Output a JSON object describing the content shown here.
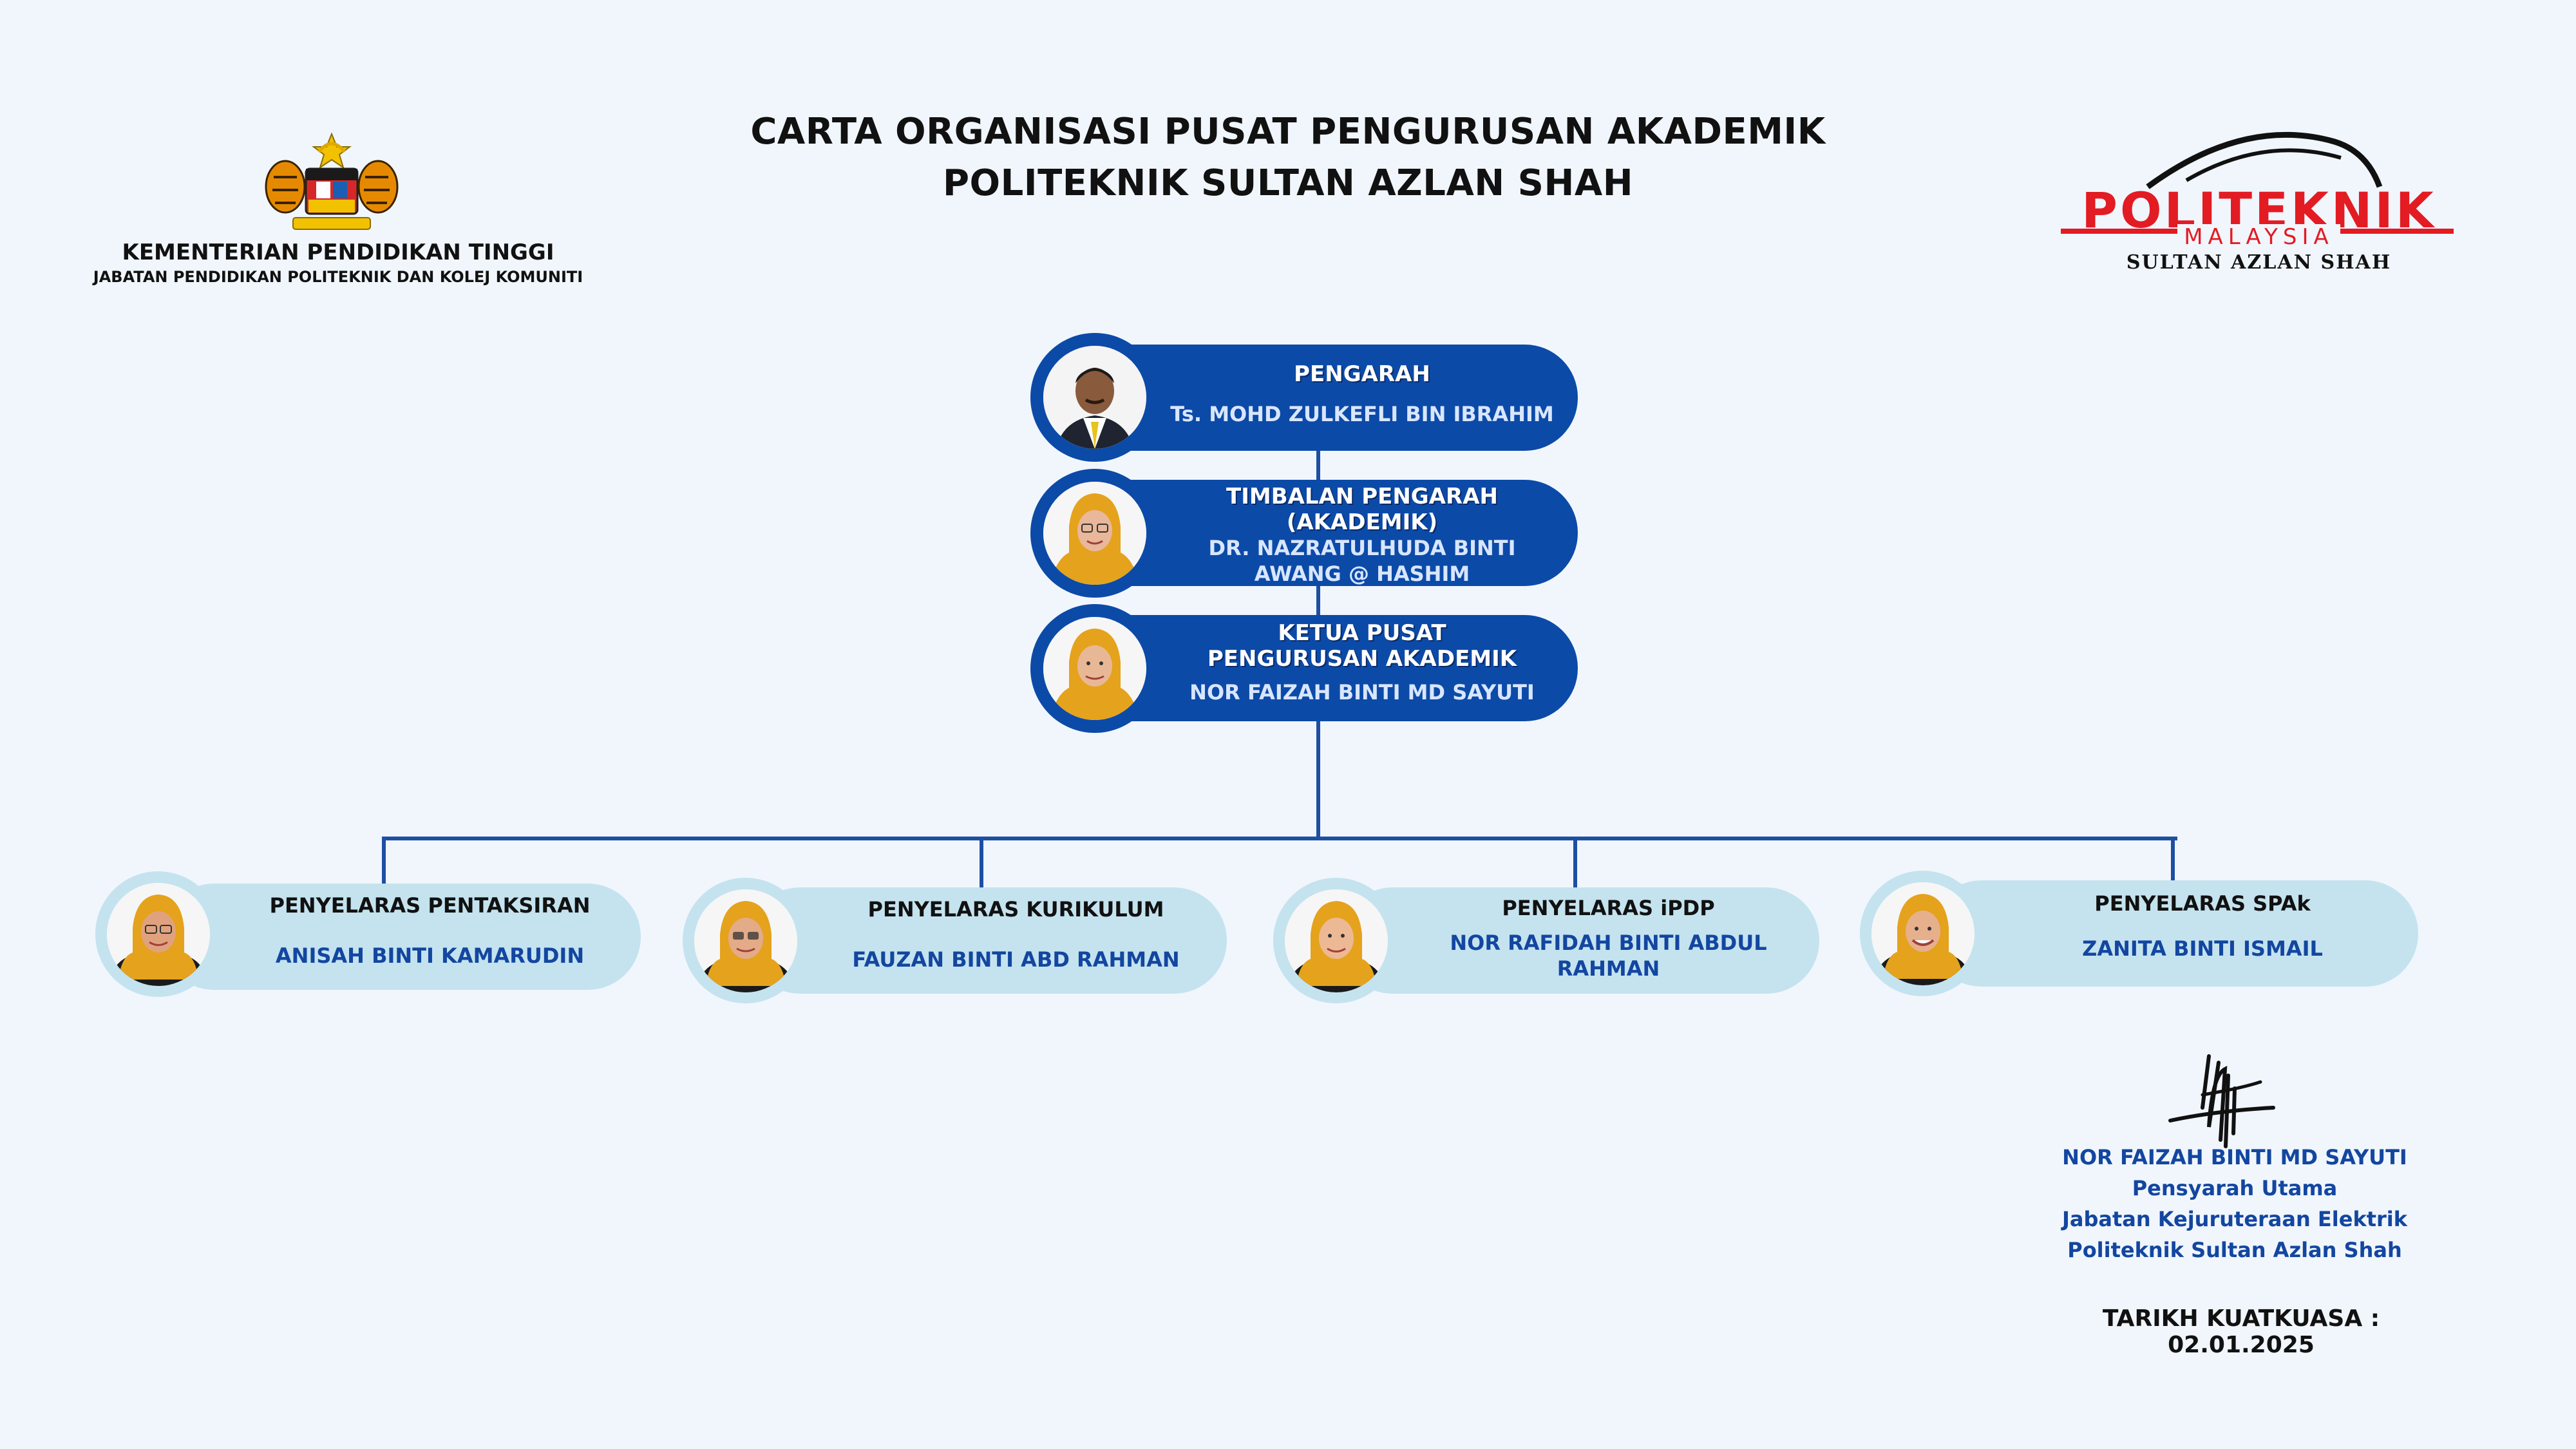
{
  "header": {
    "title_line1": "CARTA ORGANISASI PUSAT PENGURUSAN AKADEMIK",
    "title_line2": "POLITEKNIK SULTAN AZLAN SHAH",
    "ministry_line1": "KEMENTERIAN PENDIDIKAN TINGGI",
    "ministry_line2": "JABATAN PENDIDIKAN POLITEKNIK DAN KOLEJ KOMUNITI",
    "logo_text_main": "POLITEKNIK",
    "logo_text_sub": "MALAYSIA",
    "logo_text_campus": "SULTAN AZLAN SHAH"
  },
  "colors": {
    "primary_blue": "#0c4aa8",
    "light_pill": "#c4e3ef",
    "accent_red": "#e31b23",
    "hijab_gold": "#e5a21c",
    "background": "#f0f6fc"
  },
  "leaders": [
    {
      "role": "PENGARAH",
      "name": "Ts. MOHD ZULKEFLI BIN IBRAHIM"
    },
    {
      "role_l1": "TIMBALAN PENGARAH",
      "role_l2": "(AKADEMIK)",
      "name_l1": "DR. NAZRATULHUDA BINTI",
      "name_l2": "AWANG @ HASHIM"
    },
    {
      "role_l1": "KETUA PUSAT",
      "role_l2": "PENGURUSAN AKADEMIK",
      "name": "NOR FAIZAH BINTI MD SAYUTI"
    }
  ],
  "coordinators": [
    {
      "role": "PENYELARAS PENTAKSIRAN",
      "name": "ANISAH BINTI KAMARUDIN"
    },
    {
      "role": "PENYELARAS KURIKULUM",
      "name": "FAUZAN BINTI ABD RAHMAN"
    },
    {
      "role": "PENYELARAS iPDP",
      "name_l1": "NOR RAFIDAH BINTI ABDUL",
      "name_l2": "RAHMAN"
    },
    {
      "role": "PENYELARAS SPAk",
      "name": "ZANITA BINTI ISMAIL"
    }
  ],
  "signature": {
    "name": "NOR FAIZAH BINTI MD SAYUTI",
    "position": "Pensyarah Utama",
    "department": "Jabatan Kejuruteraan Elektrik",
    "institution": "Politeknik Sultan Azlan Shah"
  },
  "effective_date": "TARIKH KUATKUASA : 02.01.2025"
}
